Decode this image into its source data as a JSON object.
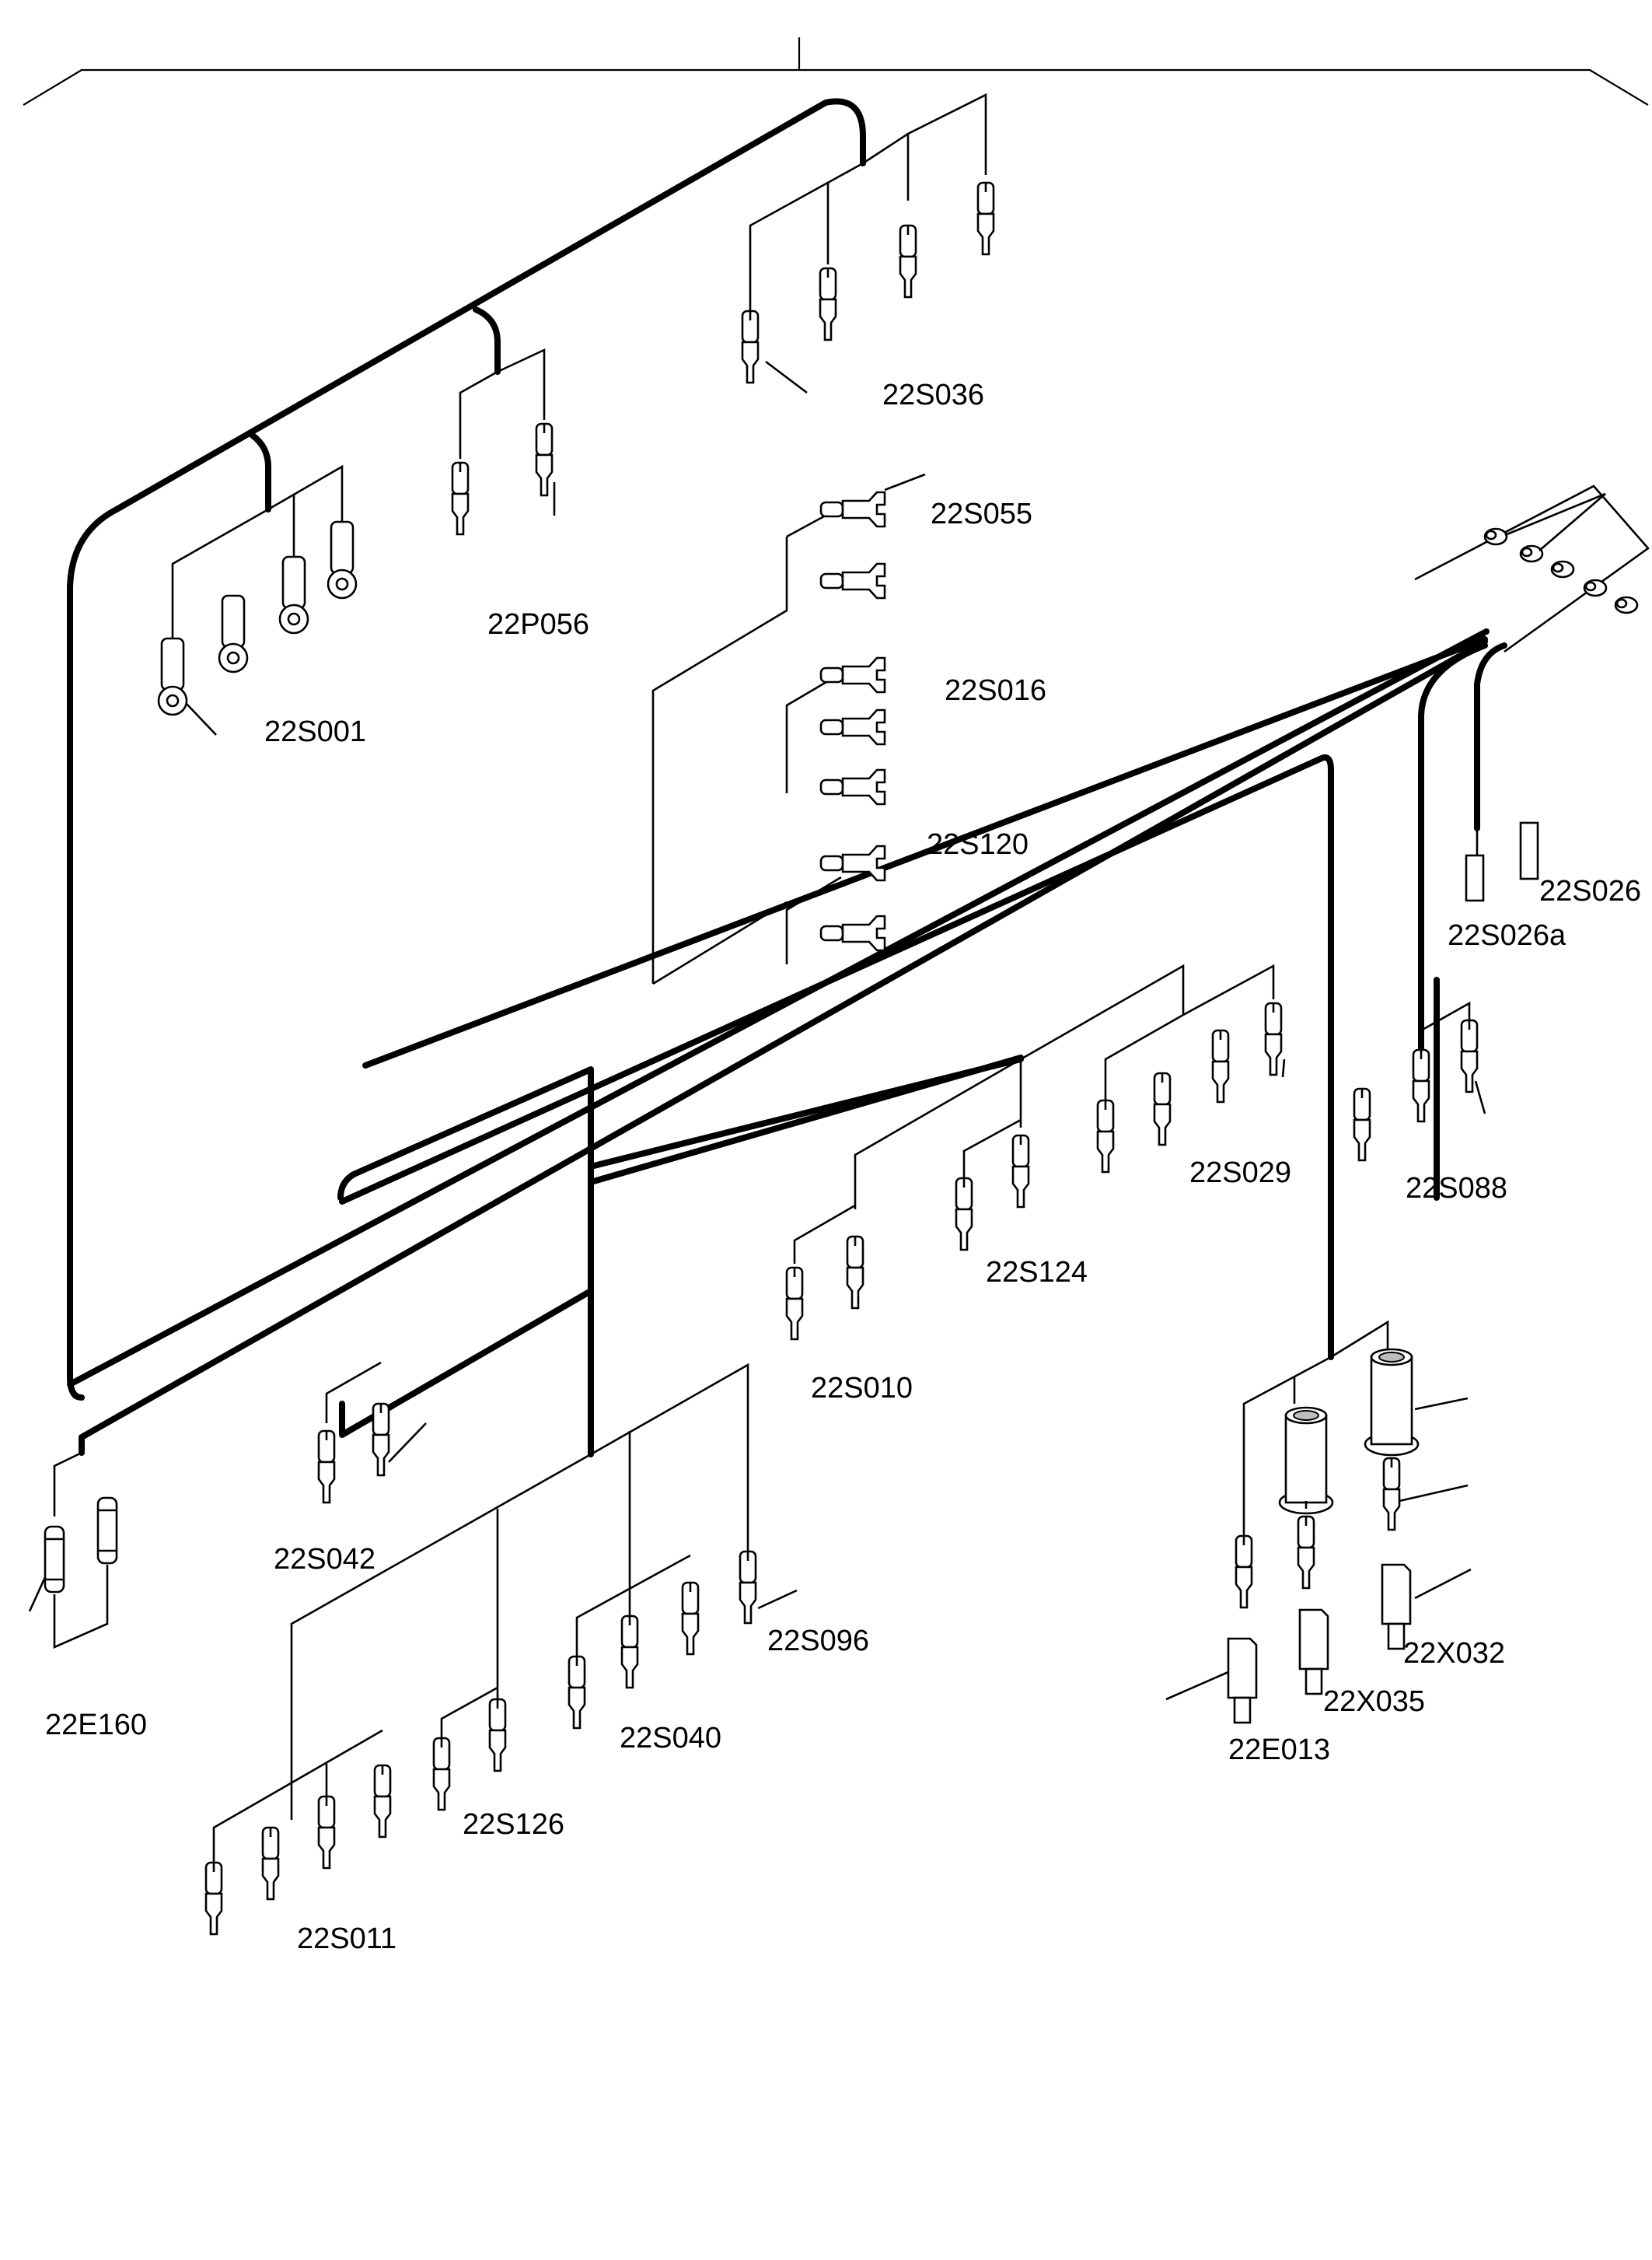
{
  "diagram": {
    "labels": {
      "s036": "22S036",
      "s055": "22S055",
      "p056": "22P056",
      "s016": "22S016",
      "s001": "22S001",
      "s120": "22S120",
      "s026": "22S026",
      "s026a": "22S026a",
      "s029": "22S029",
      "s088": "22S088",
      "s124": "22S124",
      "s010": "22S010",
      "s042": "22S042",
      "s096": "22S096",
      "x032": "22X032",
      "e160": "22E160",
      "x035": "22X035",
      "s040": "22S040",
      "e013": "22E013",
      "s126": "22S126",
      "s011": "22S011"
    }
  }
}
